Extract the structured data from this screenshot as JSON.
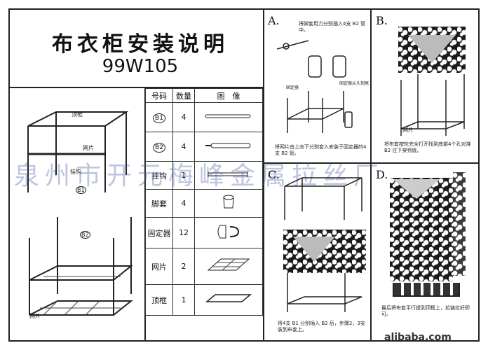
{
  "document": {
    "title": "布衣柜安装说明",
    "model": "99W105",
    "watermark": "泉州市开元梅峰金属拉丝厂",
    "site": "alibaba.com"
  },
  "parts_table": {
    "headers": [
      "号码",
      "数量",
      "图　像"
    ],
    "rows": [
      {
        "code": "B1",
        "qty": "4",
        "image": "rod-icon"
      },
      {
        "code": "B2",
        "qty": "4",
        "image": "rod-hook-icon"
      },
      {
        "code": "挂钩",
        "qty": "1",
        "image": "hanging-rail-icon"
      },
      {
        "code": "脚套",
        "qty": "4",
        "image": "foot-cap-icon"
      },
      {
        "code": "固定器",
        "qty": "12",
        "image": "clip-icon"
      },
      {
        "code": "网片",
        "qty": "2",
        "image": "wire-shelf-icon"
      },
      {
        "code": "顶框",
        "qty": "1",
        "image": "top-frame-icon"
      }
    ]
  },
  "frame_labels": {
    "top_frame": "顶框",
    "mesh": "网片",
    "hook": "挂钩",
    "b1": "B1",
    "b2": "B2",
    "mesh_bottom": "网片"
  },
  "steps": {
    "a": {
      "letter": "A.",
      "caption_1": "将脚套用力分别插入4支 B2 管中。",
      "caption_2": "将网片由上向下分别套入安装于固定器的4支 B2 管。",
      "label_clip": "固定器",
      "label_fix": "固定器从头到尾"
    },
    "b": {
      "letter": "B.",
      "caption": "将布套按轮完全打开找到底部4个孔对准 B2 往下穿到底。",
      "label": "网片"
    },
    "c": {
      "letter": "C.",
      "caption": "将4支 B1 分别插入 B2 后，步骤2，3安装到布套上。"
    },
    "d": {
      "letter": "D.",
      "caption": "最后将布套平行提到顶框上，拉链拉好即可。"
    }
  }
}
